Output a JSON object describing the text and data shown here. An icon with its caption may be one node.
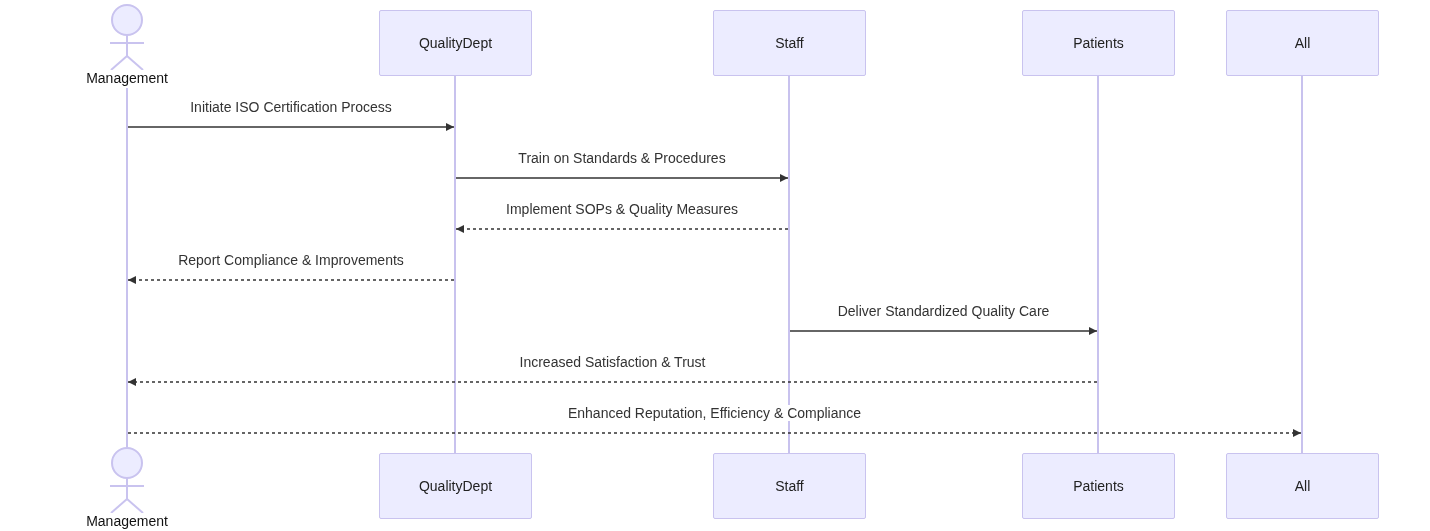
{
  "diagram": {
    "nodes": [
      {
        "text": [
          "Management"
        ]
      },
      {
        "text": [
          "QualityDept"
        ]
      },
      {
        "text": [
          "Staff"
        ]
      },
      {
        "text": [
          "Patients"
        ]
      },
      {
        "text": [
          "All"
        ]
      },
      {
        "text": [],
        "shape": "line"
      },
      {
        "text": [],
        "shape": "line"
      },
      {
        "text": [],
        "shape": "line"
      },
      {
        "text": [],
        "shape": "line"
      },
      {
        "text": [],
        "shape": "line"
      },
      {
        "text": [
          "Management"
        ]
      },
      {
        "text": [
          "QualityDept"
        ]
      },
      {
        "text": [
          "Staff"
        ]
      },
      {
        "text": [
          "Patients"
        ]
      },
      {
        "text": [
          "All"
        ]
      }
    ],
    "edges": [
      {
        "from": 5,
        "to": 6,
        "arrow": "to",
        "label": "Initiate ISO Certification Process"
      },
      {
        "from": 6,
        "to": 7,
        "arrow": "to",
        "label": "Train on Standards & Procedures"
      },
      {
        "from": 7,
        "to": 6,
        "arrow": "to",
        "label": "Implement SOPs & Quality Measures",
        "style": "dashed"
      },
      {
        "from": 6,
        "to": 5,
        "arrow": "to",
        "label": "Report Compliance & Improvements",
        "style": "dashed"
      },
      {
        "from": 7,
        "to": 8,
        "arrow": "to",
        "label": "Deliver Standardized Quality Care"
      },
      {
        "from": 8,
        "to": 5,
        "arrow": "to",
        "label": "Increased Satisfaction & Trust",
        "style": "dashed"
      },
      {
        "from": 5,
        "to": 9,
        "arrow": "to",
        "label": "Enhanced Reputation, Efficiency & Compliance",
        "style": "dashed"
      }
    ]
  }
}
